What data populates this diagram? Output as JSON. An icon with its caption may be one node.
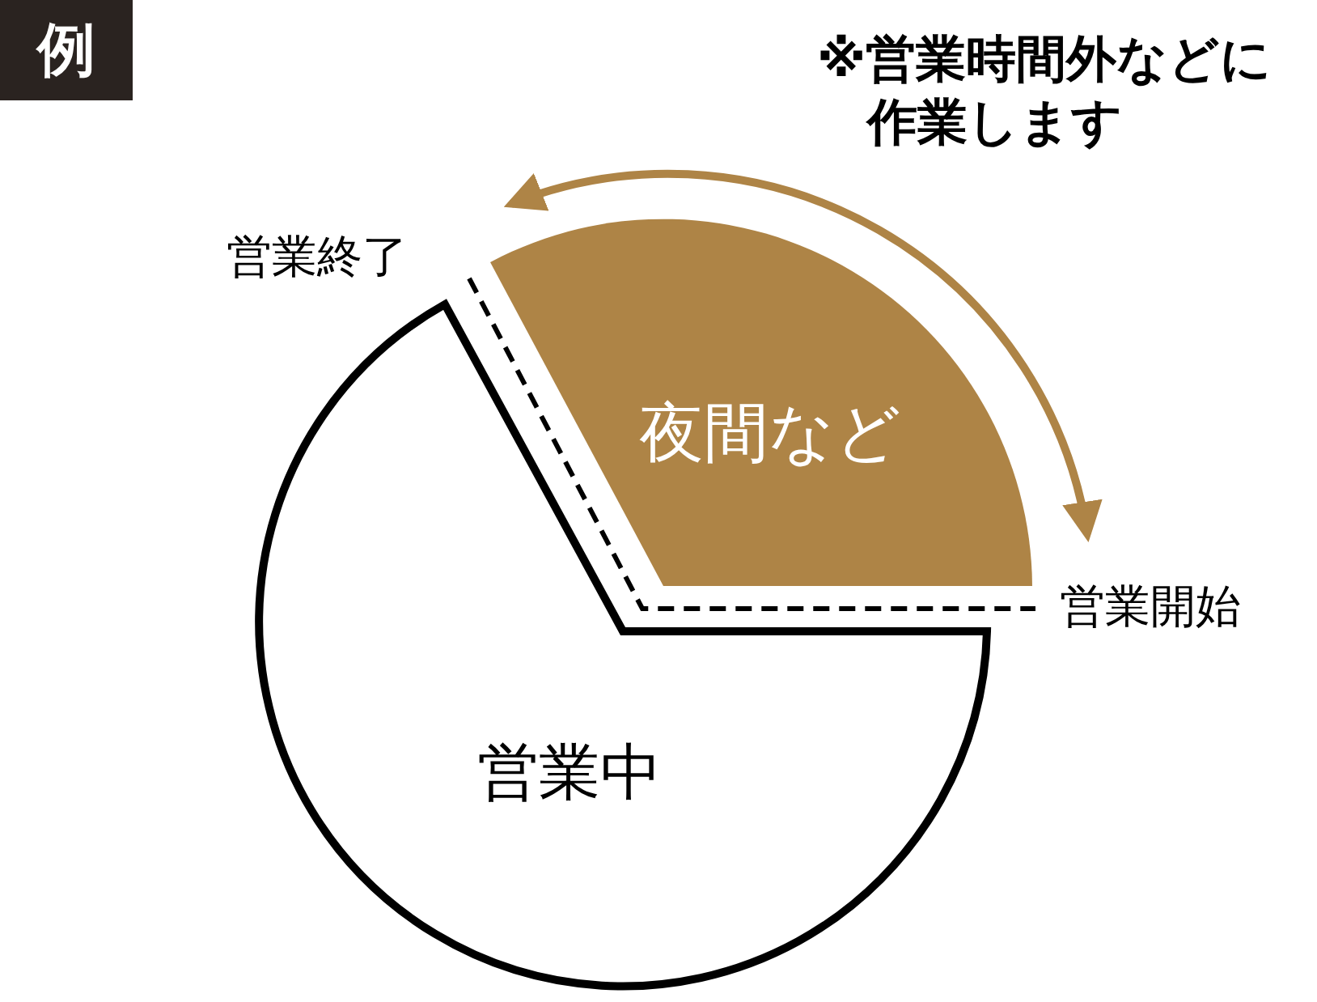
{
  "diagram": {
    "title": "例",
    "nodes": [
      {
        "text": [
          "夜間など"
        ]
      },
      {
        "text": [
          "営業中"
        ]
      }
    ],
    "labels": [
      "※営業時間外などに作業します",
      "営業終了",
      "営業開始"
    ]
  }
}
